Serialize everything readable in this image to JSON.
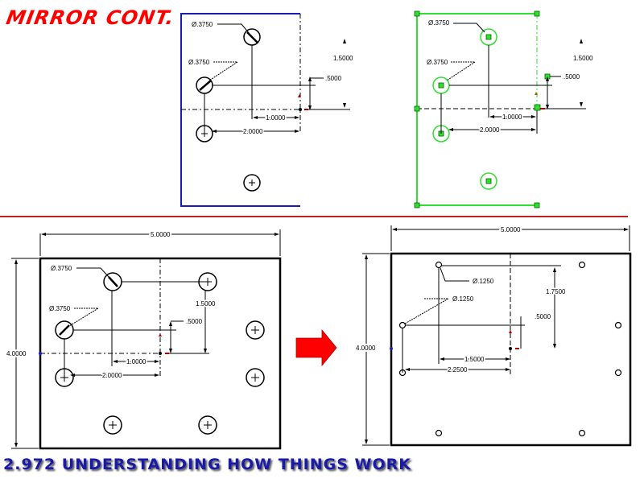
{
  "slide": {
    "title": "Mirror Cont.",
    "footer": "2.972 Understanding How Things Work"
  },
  "colors": {
    "title": "#ff0000",
    "footer": "#1a1aa8",
    "sketch_blue": "#1c1cb4",
    "sketch_green": "#33dd33",
    "divider": "#c02020",
    "arrow": "#ff0000"
  },
  "panel_top_left": {
    "dia_top": "Ø.3750",
    "dia_mid": "Ø.3750",
    "dim_vertical_right": "1.5000",
    "dim_small": ".5000",
    "dim_h1": "1.0000",
    "dim_h2": "2.0000"
  },
  "panel_top_right": {
    "dia_top": "Ø.3750",
    "dia_mid": "Ø.3750",
    "dim_vertical_right": "1.5000",
    "dim_small": ".5000",
    "dim_h1": "1.0000",
    "dim_h2": "2.0000"
  },
  "panel_bottom_left": {
    "width": "5.0000",
    "height": "4.0000",
    "dia_top": "Ø.3750",
    "dia_mid": "Ø.3750",
    "dim_vertical": "1.5000",
    "dim_small": ".5000",
    "dim_h1": "1.0000",
    "dim_h2": "2.0000"
  },
  "panel_bottom_right": {
    "width": "5.0000",
    "height": "4.0000",
    "dia_top": "Ø.1250",
    "dia_mid": "Ø.1250",
    "dim_vertical": "1.7500",
    "dim_small": ".5000",
    "dim_h1": "1.5000",
    "dim_h2": "2.2500"
  },
  "icons": {
    "transform_arrow": "right-arrow"
  }
}
